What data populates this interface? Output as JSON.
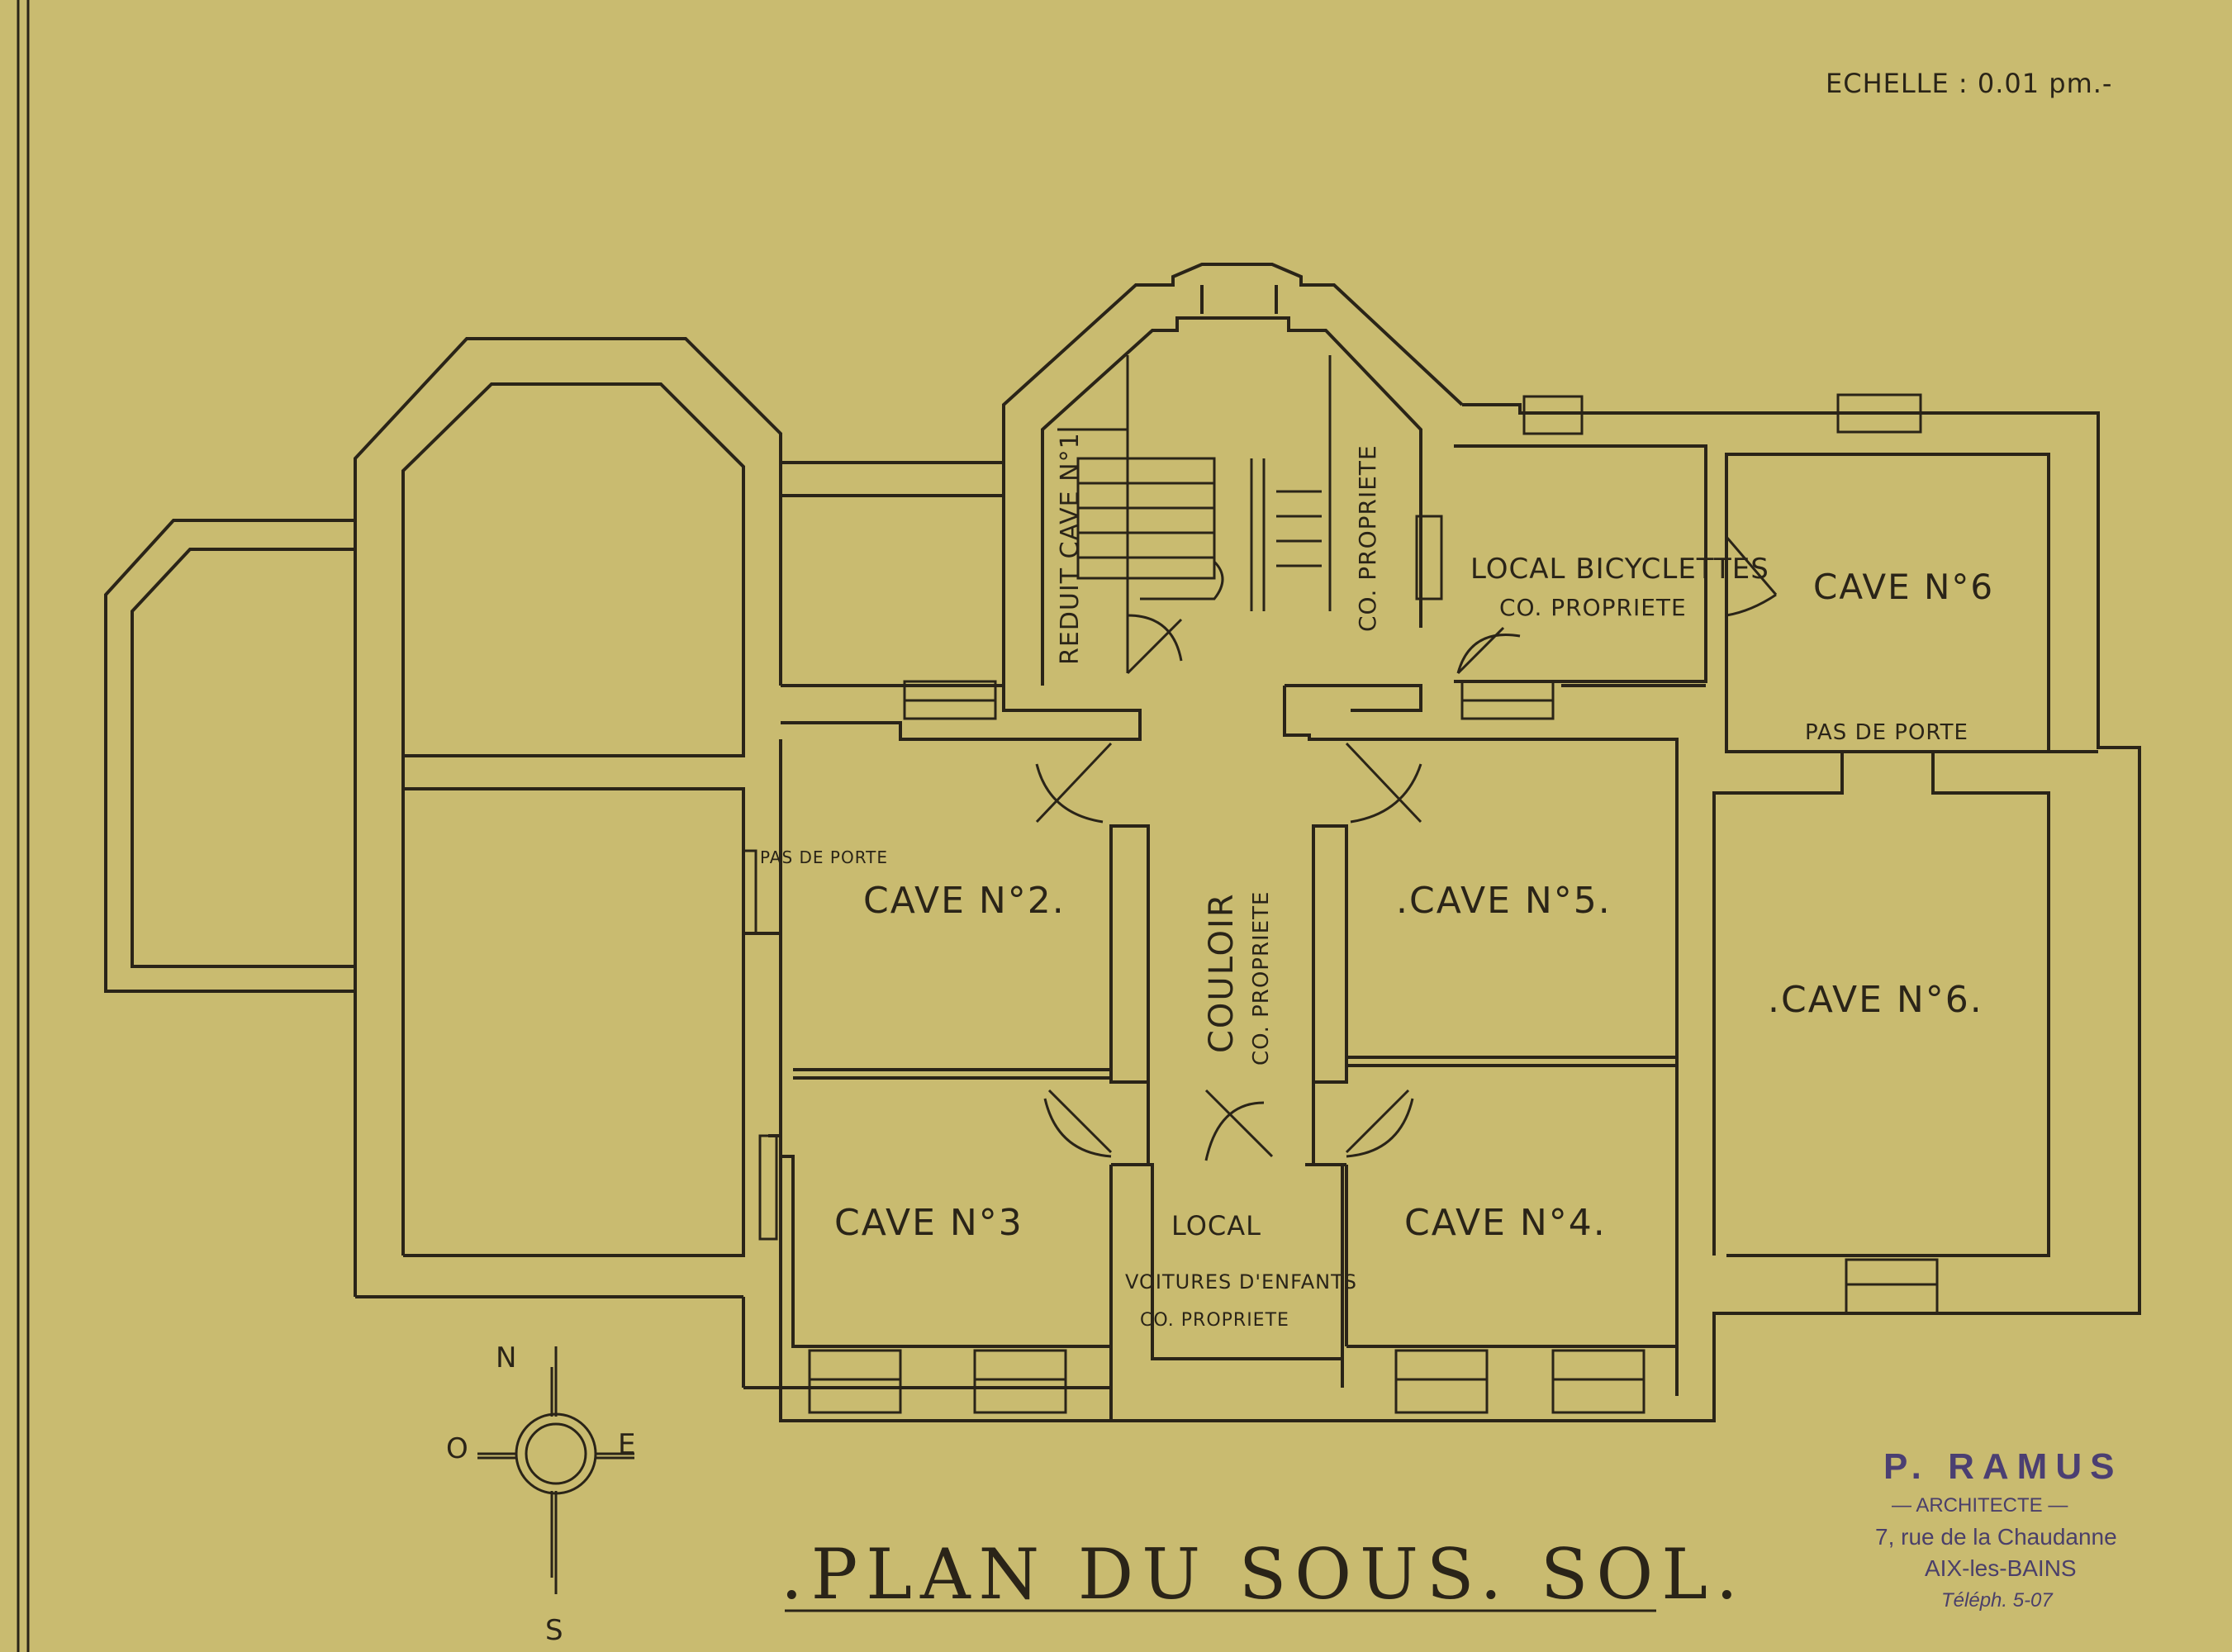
{
  "scale": "ECHELLE : 0.01 pm.-",
  "title": ".PLAN DU SOUS. SOL.",
  "rooms": {
    "reduit": "REDUIT CAVE N°1",
    "stair_coprop": "CO. PROPRIETE",
    "bicycles": "LOCAL BICYCLETTES",
    "bicycles_sub": "CO. PROPRIETE",
    "cave6_top": "CAVE N°6",
    "pas_porte_right": "PAS DE PORTE",
    "pas_porte_left": "PAS DE PORTE",
    "cave2": "CAVE N°2.",
    "couloir": "COULOIR",
    "couloir_sub": "CO. PROPRIETE",
    "cave5": ".CAVE N°5.",
    "cave6": ".CAVE N°6.",
    "cave3": "CAVE N°3",
    "local": "LOCAL",
    "local_sub": "VOITURES D'ENFANTS",
    "local_sub2": "CO. PROPRIETE",
    "cave4": "CAVE N°4."
  },
  "compass": {
    "n": "N",
    "s": "S",
    "e": "E",
    "o": "O"
  },
  "stamp": {
    "name": "P. RAMUS",
    "role": "— ARCHITECTE —",
    "address": "7, rue de la Chaudanne",
    "city": "AIX-les-BAINS",
    "phone": "Téléph. 5-07"
  },
  "colors": {
    "paper": "#c9bb70",
    "ink": "#2a2418",
    "stamp": "#4b3f72"
  }
}
